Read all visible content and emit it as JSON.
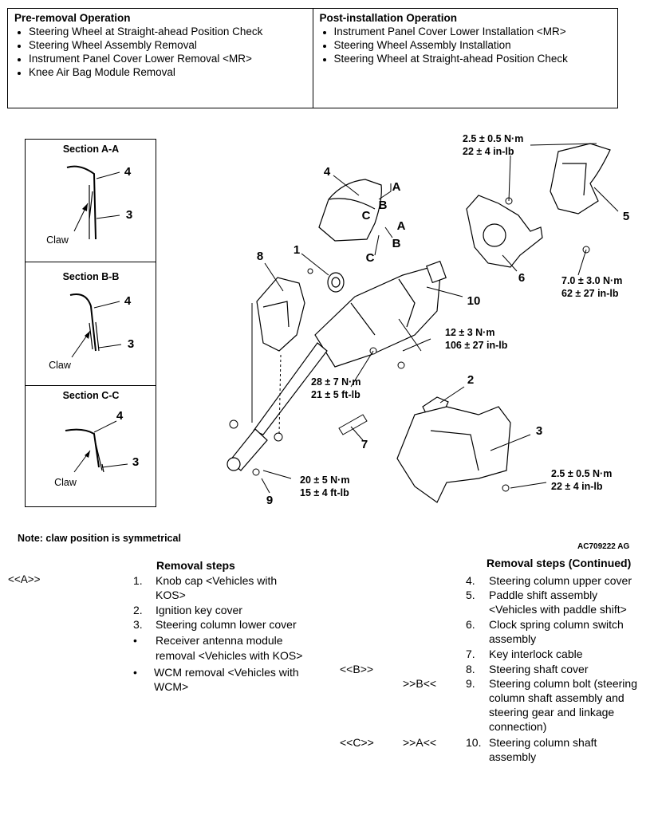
{
  "ops": {
    "pre_title": "Pre-removal Operation",
    "pre_items": [
      "Steering Wheel at Straight-ahead Position Check",
      "Steering Wheel Assembly Removal",
      "Instrument Panel Cover Lower Removal <MR>",
      "Knee Air Bag Module Removal"
    ],
    "post_title": "Post-installation Operation",
    "post_items": [
      "Instrument Panel Cover Lower Installation <MR>",
      "Steering Wheel Assembly Installation",
      "Steering Wheel at Straight-ahead Position Check"
    ]
  },
  "sections": [
    {
      "title": "Section A-A",
      "top": "4",
      "bottom": "3",
      "claw": "Claw"
    },
    {
      "title": "Section B-B",
      "top": "4",
      "bottom": "3",
      "claw": "Claw"
    },
    {
      "title": "Section C-C",
      "top": "4",
      "bottom": "3",
      "claw": "Claw"
    }
  ],
  "callouts": [
    "1",
    "2",
    "3",
    "4",
    "5",
    "6",
    "7",
    "8",
    "9",
    "10"
  ],
  "arrow_letters": [
    "A",
    "B",
    "C"
  ],
  "torques": {
    "t1": [
      "2.5 ± 0.5 N·m",
      "22 ± 4 in-lb"
    ],
    "t2": [
      "7.0 ± 3.0 N·m",
      "62 ± 27 in-lb"
    ],
    "t3": [
      "12 ± 3 N·m",
      "106 ± 27 in-lb"
    ],
    "t4": [
      "28 ± 7 N·m",
      "21 ± 5 ft-lb"
    ],
    "t5": [
      "20 ± 5 N·m",
      "15 ± 4 ft-lb"
    ],
    "t6": [
      "2.5 ± 0.5 N·m",
      "22 ± 4 in-lb"
    ]
  },
  "note": "Note: claw position is symmetrical",
  "figure_code": "AC709222 AG",
  "left_steps": {
    "header": "Removal steps",
    "tag": "<<A>>",
    "items": [
      {
        "n": "1.",
        "lines": [
          "Knob cap <Vehicles with",
          "KOS>"
        ]
      },
      {
        "n": "2.",
        "lines": [
          "Ignition key cover"
        ]
      },
      {
        "n": "3.",
        "lines": [
          "Steering column lower cover"
        ]
      },
      {
        "n": "•",
        "lines": [
          "Receiver antenna module",
          "removal <Vehicles with KOS>"
        ]
      },
      {
        "n": "•",
        "lines": [
          "WCM removal  <Vehicles with",
          "WCM>"
        ]
      }
    ]
  },
  "right_steps": {
    "header": "Removal steps (Continued)",
    "items": [
      {
        "n": "4.",
        "pre": "",
        "post": "",
        "lines": [
          "Steering column upper cover"
        ]
      },
      {
        "n": "5.",
        "pre": "",
        "post": "",
        "lines": [
          "Paddle shift assembly",
          "<Vehicles with paddle shift>"
        ]
      },
      {
        "n": "6.",
        "pre": "",
        "post": "",
        "lines": [
          "Clock spring column switch",
          "assembly"
        ]
      },
      {
        "n": "7.",
        "pre": "",
        "post": "",
        "lines": [
          "Key interlock cable"
        ]
      },
      {
        "n": "8.",
        "pre": "<<B>>",
        "post": "",
        "lines": [
          "Steering shaft cover"
        ]
      },
      {
        "n": "9.",
        "pre": "",
        "post": ">>B<<",
        "lines": [
          "Steering column bolt (steering",
          "column shaft assembly and",
          "steering gear and linkage",
          "connection)"
        ]
      },
      {
        "n": "10.",
        "pre": "<<C>>",
        "post": ">>A<<",
        "lines": [
          "Steering column shaft",
          "assembly"
        ]
      }
    ]
  }
}
